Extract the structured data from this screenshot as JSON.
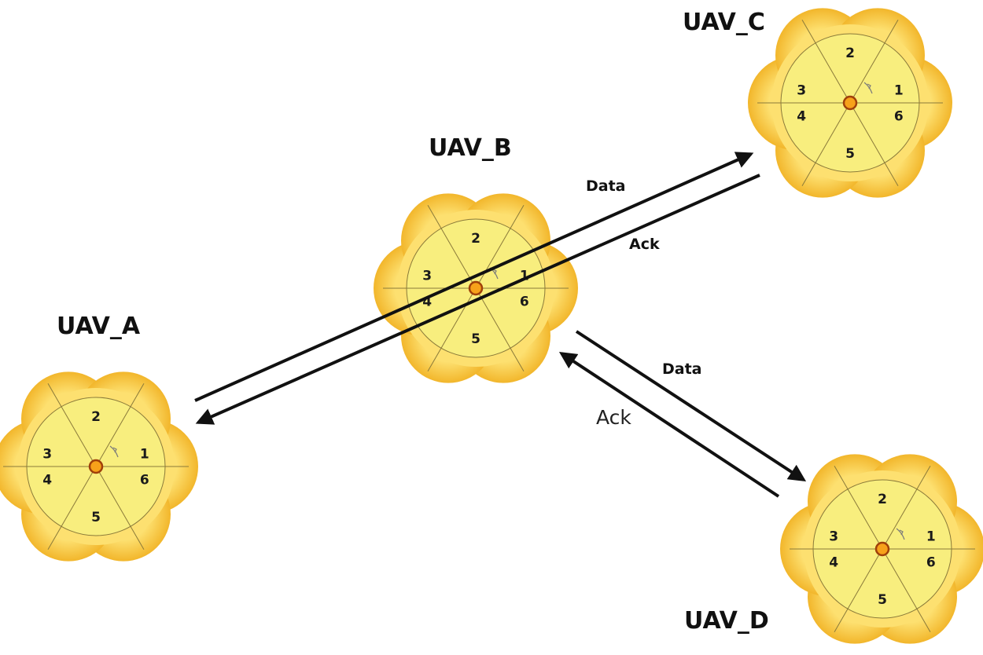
{
  "colors": {
    "petal_outer": "#f2b62b",
    "petal_inner": "#fde070",
    "disc": "#f8ee7e",
    "lines": "#8a7a3a",
    "center_ring": "#a0400a",
    "center_fill": "#f7a11a",
    "arrow": "#111111"
  },
  "nodes": [
    {
      "id": "uav_a",
      "label": "UAV_A",
      "sectors": [
        "1",
        "2",
        "3",
        "4",
        "5",
        "6"
      ]
    },
    {
      "id": "uav_b",
      "label": "UAV_B",
      "sectors": [
        "1",
        "2",
        "3",
        "4",
        "5",
        "6"
      ]
    },
    {
      "id": "uav_c",
      "label": "UAV_C",
      "sectors": [
        "1",
        "2",
        "3",
        "4",
        "5",
        "6"
      ]
    },
    {
      "id": "uav_d",
      "label": "UAV_D",
      "sectors": [
        "1",
        "2",
        "3",
        "4",
        "5",
        "6"
      ]
    }
  ],
  "links": [
    {
      "id": "a-c-data",
      "label": "Data",
      "from": "UAV_A",
      "to": "UAV_C"
    },
    {
      "id": "c-a-ack",
      "label": "Ack",
      "from": "UAV_C",
      "to": "UAV_A"
    },
    {
      "id": "b-d-data",
      "label": "Data",
      "from": "UAV_B",
      "to": "UAV_D"
    },
    {
      "id": "d-b-ack",
      "label": "Ack",
      "from": "UAV_D",
      "to": "UAV_B"
    }
  ]
}
